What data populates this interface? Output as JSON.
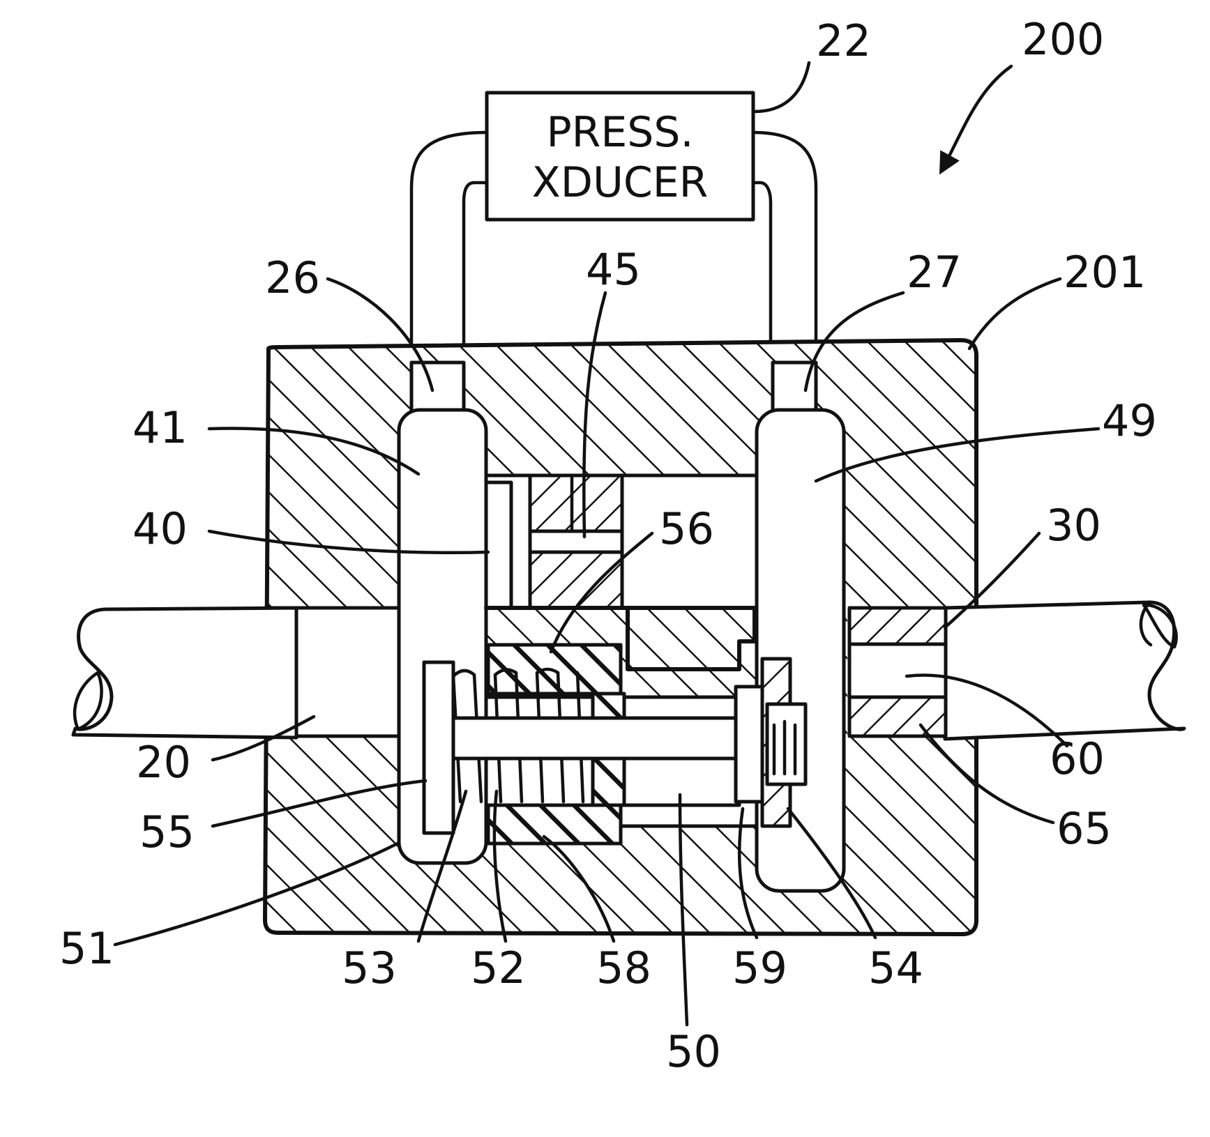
{
  "figure": {
    "box_text": [
      "PRESS.",
      "XDUCER"
    ],
    "labels": [
      {
        "id": "200",
        "text": "200"
      },
      {
        "id": "22",
        "text": "22"
      },
      {
        "id": "26",
        "text": "26"
      },
      {
        "id": "45",
        "text": "45"
      },
      {
        "id": "27",
        "text": "27"
      },
      {
        "id": "201",
        "text": "201"
      },
      {
        "id": "41",
        "text": "41"
      },
      {
        "id": "49",
        "text": "49"
      },
      {
        "id": "40",
        "text": "40"
      },
      {
        "id": "56",
        "text": "56"
      },
      {
        "id": "30",
        "text": "30"
      },
      {
        "id": "20",
        "text": "20"
      },
      {
        "id": "60",
        "text": "60"
      },
      {
        "id": "55",
        "text": "55"
      },
      {
        "id": "65",
        "text": "65"
      },
      {
        "id": "51",
        "text": "51"
      },
      {
        "id": "53",
        "text": "53"
      },
      {
        "id": "52",
        "text": "52"
      },
      {
        "id": "58",
        "text": "58"
      },
      {
        "id": "59",
        "text": "59"
      },
      {
        "id": "54",
        "text": "54"
      },
      {
        "id": "50",
        "text": "50"
      }
    ]
  }
}
